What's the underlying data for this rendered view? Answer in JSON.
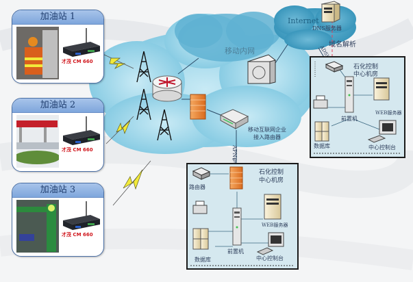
{
  "stations": [
    {
      "title": "加油站  1",
      "device_label": "才茂 CM 660",
      "photo": "worker-at-cabinet"
    },
    {
      "title": "加油站  2",
      "device_label": "才茂 CM 660",
      "photo": "gas-station-red-canopy"
    },
    {
      "title": "加油站  3",
      "device_label": "才茂 CM 660",
      "photo": "gas-station-green-canopy"
    }
  ],
  "clouds": {
    "mobile_internal": "移动内网",
    "internet": "Internet"
  },
  "labels": {
    "dns_server": "DNS服务器",
    "domain_resolve": "域名解析",
    "adsl": "ADSL",
    "enterprise_router": "移动互联网企业\n接入路由器",
    "enterprise_router_line1": "移动互联网企业",
    "enterprise_router_line2": "接入路由器",
    "apn": "APN专线"
  },
  "rooms": [
    {
      "title_line1": "石化控制",
      "title_line2": "中心机房",
      "frontend": "前置机",
      "web_server": "WEB服务器",
      "database": "数据库",
      "console": "中心控制台"
    },
    {
      "title_line1": "石化控制",
      "title_line2": "中心机房",
      "router": "路由器",
      "frontend": "前置机",
      "web_server": "WEB服务器",
      "database": "数据库",
      "console": "中心控制台"
    }
  ],
  "colors": {
    "cloud_light": "#a9d9ea",
    "cloud_dark": "#3c9ec2",
    "room_bg": "#d5e8ef",
    "device_label_red": "#d0161c",
    "station_header": "#8fb2e2",
    "lightning": "#f2ea3a"
  }
}
